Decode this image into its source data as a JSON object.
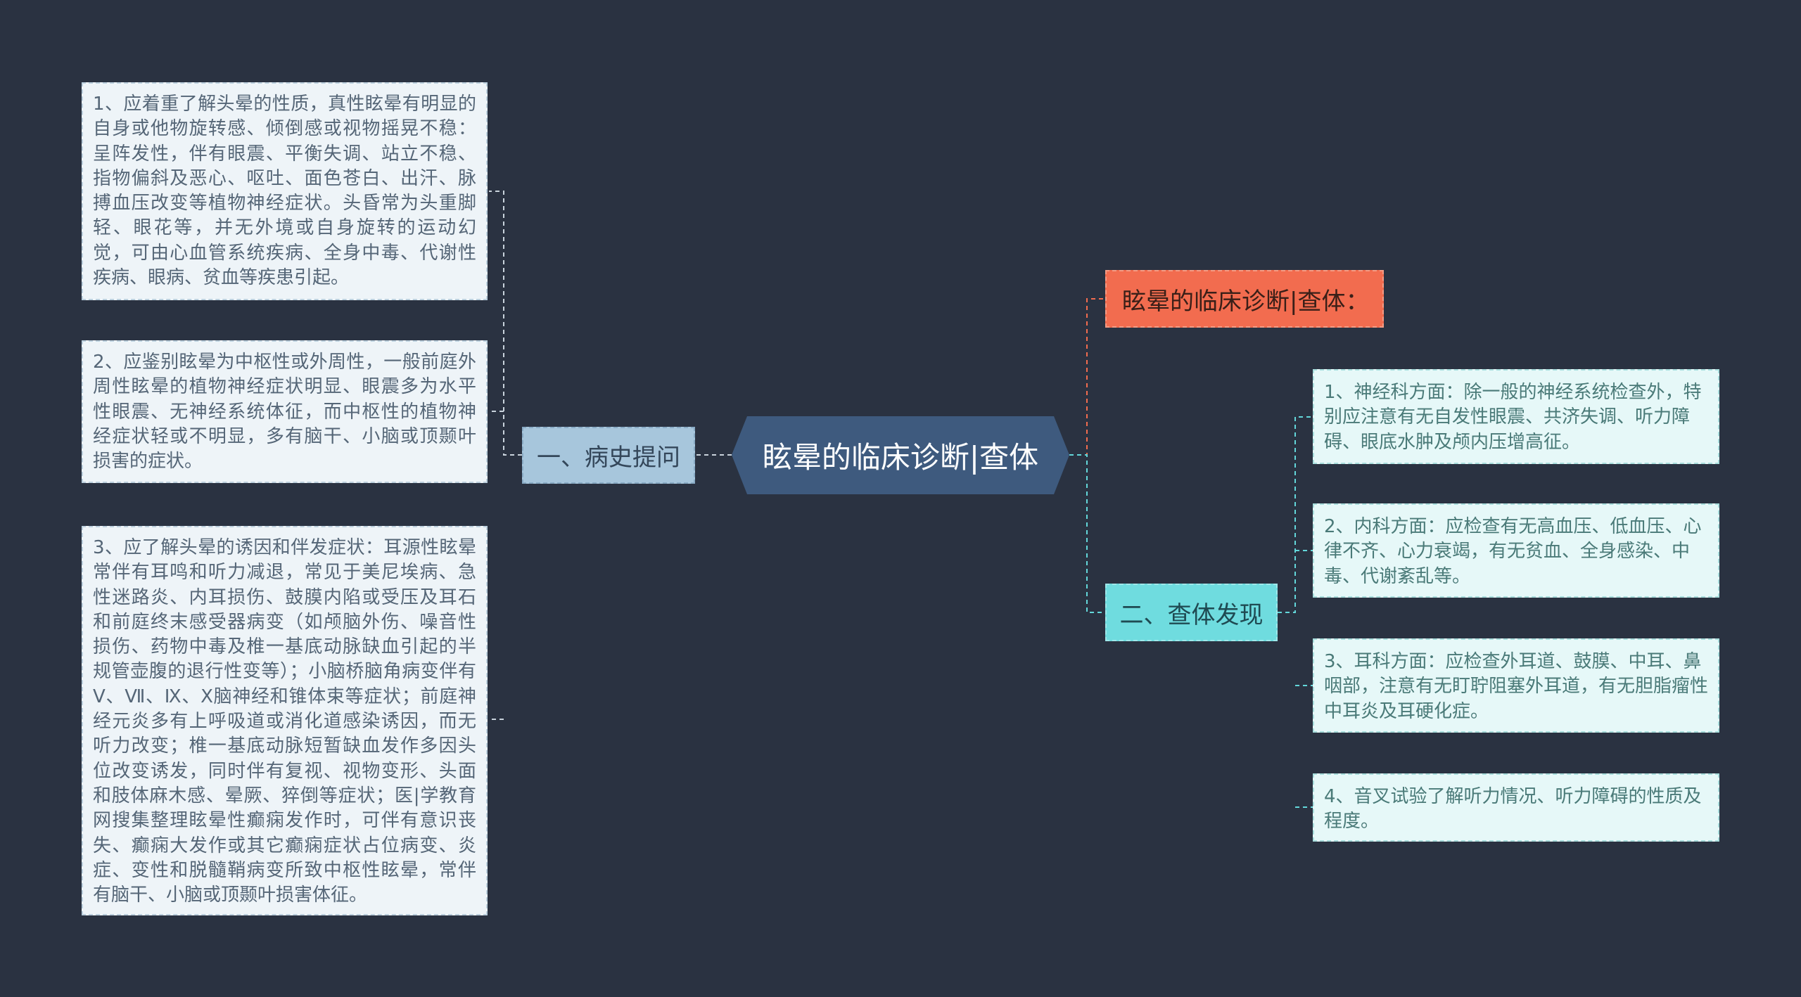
{
  "root": {
    "title": "眩晕的临床诊断|查体"
  },
  "left_branch": {
    "label": "一、病史提问",
    "items": [
      "1、应着重了解头晕的性质，真性眩晕有明显的自身或他物旋转感、倾倒感或视物摇晃不稳：呈阵发性，伴有眼震、平衡失调、站立不稳、指物偏斜及恶心、呕吐、面色苍白、出汗、脉搏血压改变等植物神经症状。头昏常为头重脚轻、眼花等，并无外境或自身旋转的运动幻觉，可由心血管系统疾病、全身中毒、代谢性疾病、眼病、贫血等疾患引起。",
      "2、应鉴别眩晕为中枢性或外周性，一般前庭外周性眩晕的植物神经症状明显、眼震多为水平性眼震、无神经系统体征，而中枢性的植物神经症状轻或不明显，多有脑干、小脑或顶颞叶损害的症状。",
      "3、应了解头晕的诱因和伴发症状：耳源性眩晕常伴有耳鸣和听力减退，常见于美尼埃病、急性迷路炎、内耳损伤、鼓膜内陷或受压及耳石和前庭终末感受器病变（如颅脑外伤、噪音性损伤、药物中毒及椎一基底动脉缺血引起的半规管壶腹的退行性变等）；小脑桥脑角病变伴有Ⅴ、Ⅶ、Ⅸ、Ⅹ脑神经和锥体束等症状；前庭神经元炎多有上呼吸道或消化道感染诱因，而无听力改变；椎一基底动脉短暂缺血发作多因头位改变诱发，同时伴有复视、视物变形、头面和肢体麻木感、晕厥、猝倒等症状；医|学教育网搜集整理眩晕性癫痫发作时，可伴有意识丧失、癫痫大发作或其它癫痫症状占位病变、炎症、变性和脱髓鞘病变所致中枢性眩晕，常伴有脑干、小脑或顶颞叶损害体征。"
    ]
  },
  "right_top": {
    "label": "眩晕的临床诊断|查体："
  },
  "right_branch": {
    "label": "二、查体发现",
    "items": [
      "1、神经科方面：除一般的神经系统检查外，特别应注意有无自发性眼震、共济失调、听力障碍、眼底水肿及颅内压增高征。",
      "2、内科方面：应检查有无高血压、低血压、心律不齐、心力衰竭，有无贫血、全身感染、中毒、代谢紊乱等。",
      "3、耳科方面：应检查外耳道、鼓膜、中耳、鼻咽部，注意有无盯聍阻塞外耳道，有无胆脂瘤性中耳炎及耳硬化症。",
      "4、音叉试验了解听力情况、听力障碍的性质及程度。"
    ]
  },
  "colors": {
    "background": "#2a3241",
    "root": "#3e5a7e",
    "left_branch": "#a7c6dc",
    "orange_branch": "#f26c4f",
    "cyan_branch": "#6fdcdf",
    "left_line": "#c9d3dc",
    "right_line": "#63d7da",
    "orange_line": "#f26c4f"
  }
}
